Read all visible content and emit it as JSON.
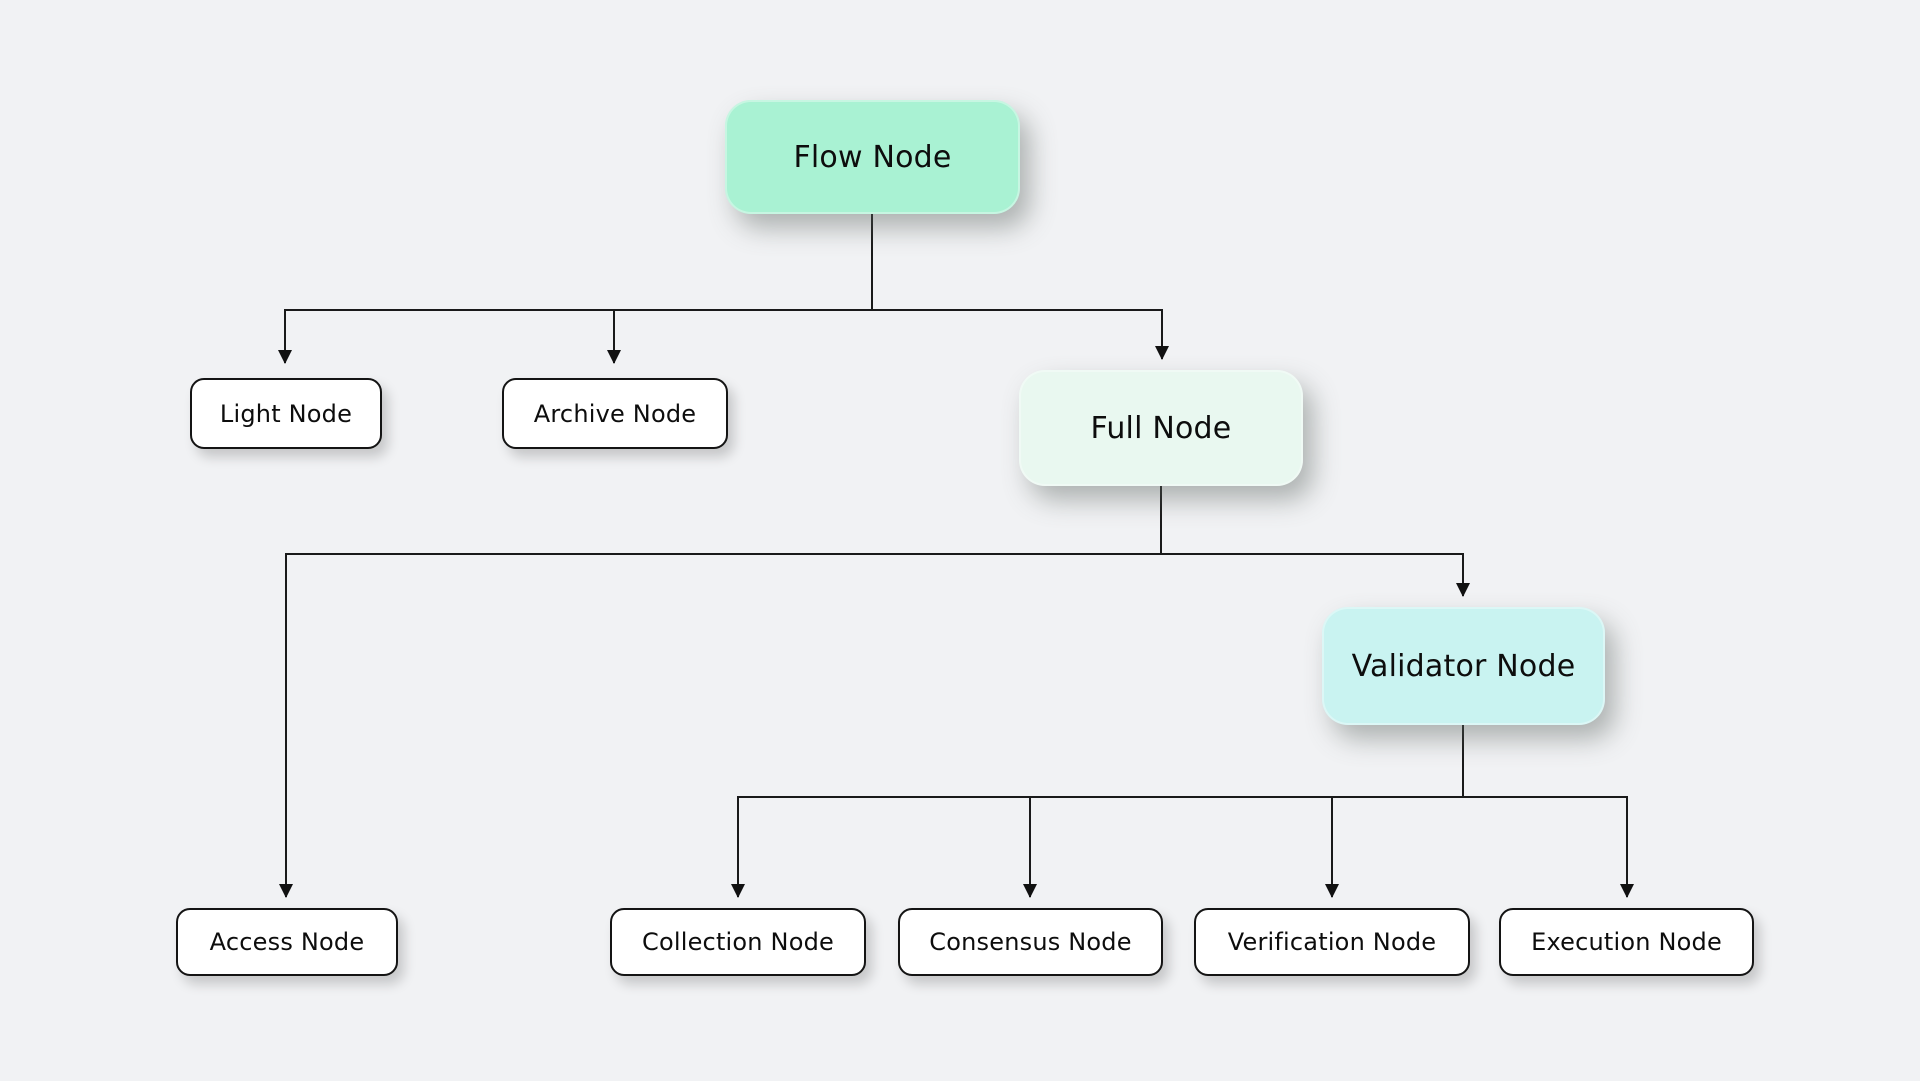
{
  "diagram": {
    "type": "tree",
    "colors": {
      "background": "#f1f2f4",
      "connector": "#1a1a1a",
      "arrowhead": "#111111",
      "text": "#0d0d0d",
      "white_node_fill": "#ffffff",
      "white_node_border": "#141414",
      "mint_fill": "#a9f2d3",
      "pale_green_fill": "#e9f8f0",
      "cyan_fill": "#c9f3f1"
    },
    "nodes": {
      "flow": {
        "label": "Flow Node",
        "fill": "#a9f2d3",
        "level": 1
      },
      "light": {
        "label": "Light Node",
        "fill": "#ffffff",
        "level": 2
      },
      "archive": {
        "label": "Archive Node",
        "fill": "#ffffff",
        "level": 2
      },
      "full": {
        "label": "Full Node",
        "fill": "#e9f8f0",
        "level": 2
      },
      "access": {
        "label": "Access Node",
        "fill": "#ffffff",
        "level": 3
      },
      "validator": {
        "label": "Validator Node",
        "fill": "#c9f3f1",
        "level": 3
      },
      "collection": {
        "label": "Collection Node",
        "fill": "#ffffff",
        "level": 4
      },
      "consensus": {
        "label": "Consensus Node",
        "fill": "#ffffff",
        "level": 4
      },
      "verification": {
        "label": "Verification Node",
        "fill": "#ffffff",
        "level": 4
      },
      "execution": {
        "label": "Execution Node",
        "fill": "#ffffff",
        "level": 4
      }
    },
    "edges": [
      {
        "from": "flow",
        "to": "light"
      },
      {
        "from": "flow",
        "to": "archive"
      },
      {
        "from": "flow",
        "to": "full"
      },
      {
        "from": "full",
        "to": "access"
      },
      {
        "from": "full",
        "to": "validator"
      },
      {
        "from": "validator",
        "to": "collection"
      },
      {
        "from": "validator",
        "to": "consensus"
      },
      {
        "from": "validator",
        "to": "verification"
      },
      {
        "from": "validator",
        "to": "execution"
      }
    ]
  }
}
